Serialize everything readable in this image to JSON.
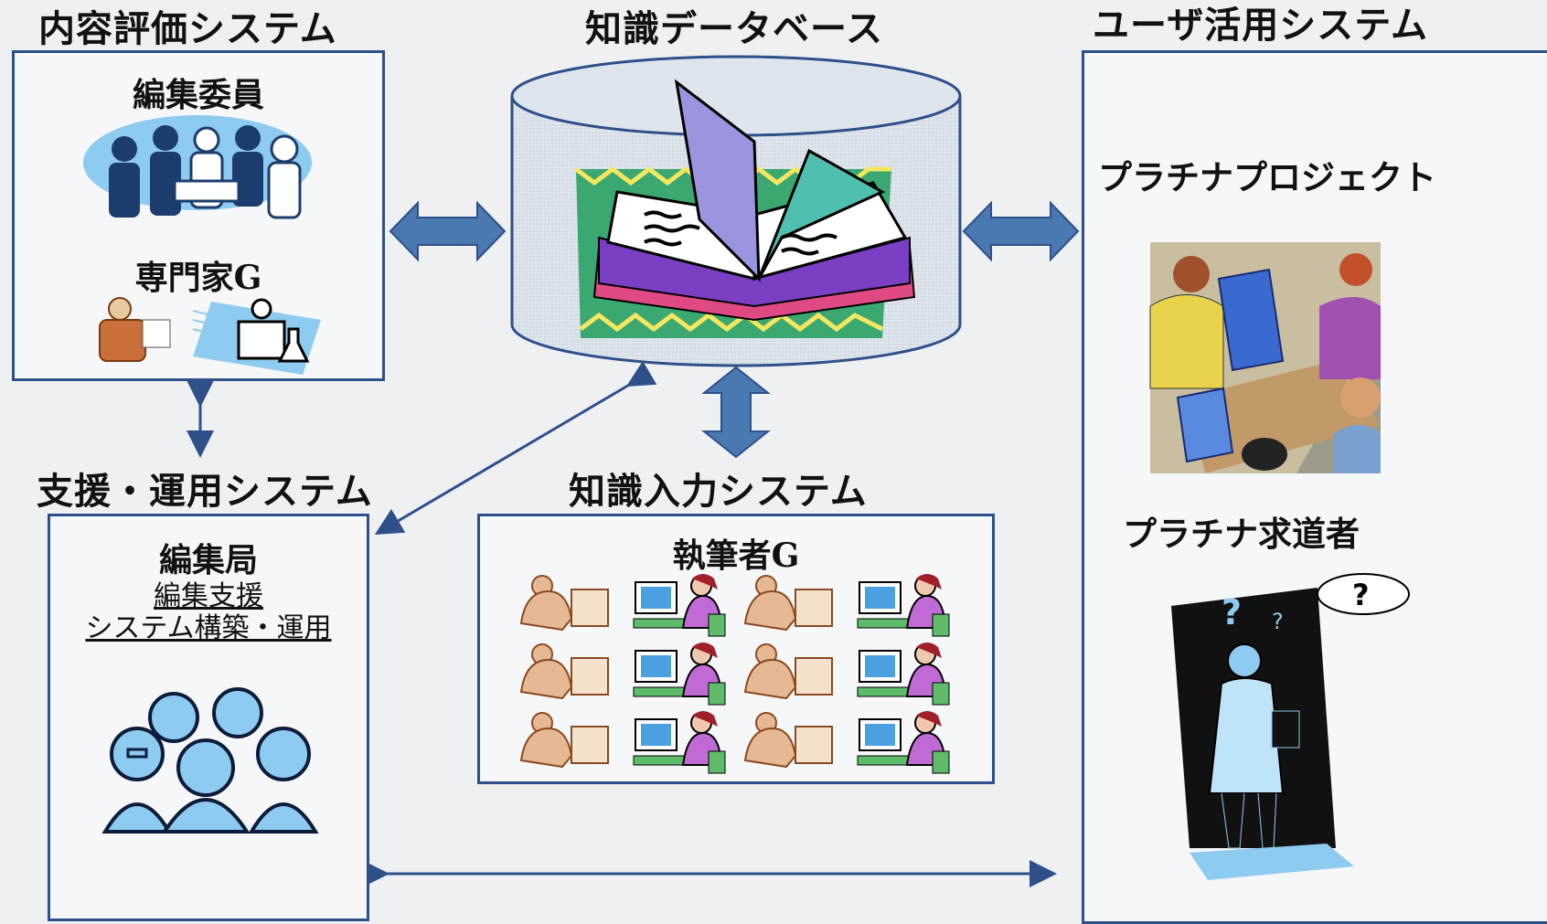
{
  "sections": {
    "content_eval": {
      "title": "内容評価システム",
      "members": [
        "編集委員",
        "専門家G"
      ]
    },
    "knowledge_db": {
      "title": "知識データベース"
    },
    "user_system": {
      "title": "ユーザ活用システム",
      "items": [
        "プラチナプロジェクト",
        "プラチナ求道者"
      ]
    },
    "support": {
      "title": "支援・運用システム",
      "label": "編集局",
      "sub1": "編集支援",
      "sub2": "システム構築・運用"
    },
    "input": {
      "title": "知識入力システム",
      "label": "執筆者G"
    }
  },
  "colors": {
    "box_border": "#2f4f8a",
    "arrow_fill": "#4a78b0",
    "background": "#eef0f2"
  }
}
